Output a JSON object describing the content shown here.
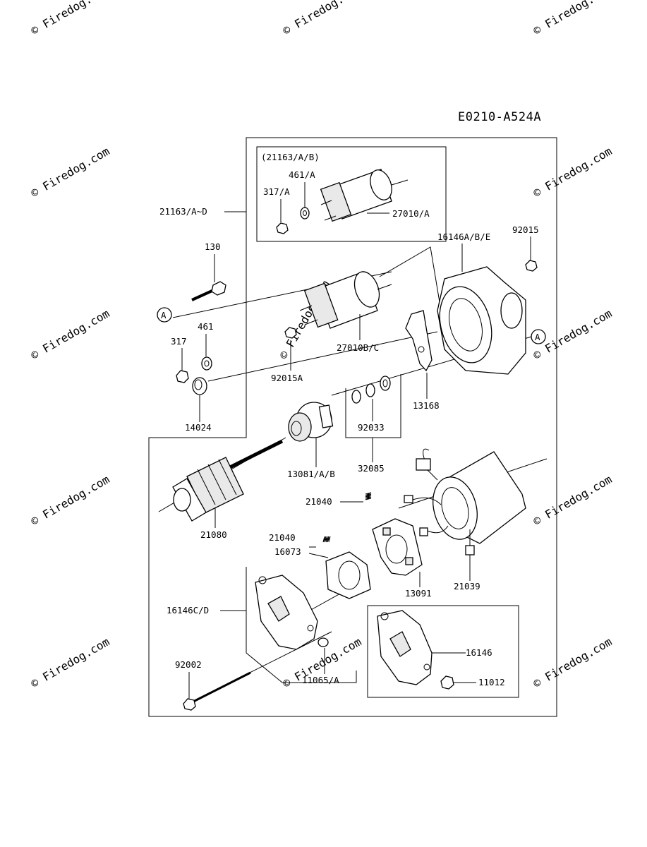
{
  "diagram_code": "E0210-A524A",
  "watermark_text": "© Firedog.com",
  "labels": {
    "l_21163ab": "(21163/A/B)",
    "l_461a": "461/A",
    "l_317a": "317/A",
    "l_27010a": "27010/A",
    "l_21163ad": "21163/A~D",
    "l_130": "130",
    "l_16146abe": "16146A/B/E",
    "l_92015": "92015",
    "l_461": "461",
    "l_317": "317",
    "l_27010bc": "27010B/C",
    "l_92015a": "92015A",
    "l_13168": "13168",
    "l_14024": "14024",
    "l_92033": "92033",
    "l_32085": "32085",
    "l_13081ab": "13081/A/B",
    "l_21080": "21080",
    "l_21040a": "21040",
    "l_21040b": "21040",
    "l_16073": "16073",
    "l_13091": "13091",
    "l_21039": "21039",
    "l_16146cd": "16146C/D",
    "l_92002": "92002",
    "l_11065a": "11065/A",
    "l_16146": "16146",
    "l_11012": "11012"
  },
  "callouts": {
    "a1": "A",
    "a2": "A"
  }
}
